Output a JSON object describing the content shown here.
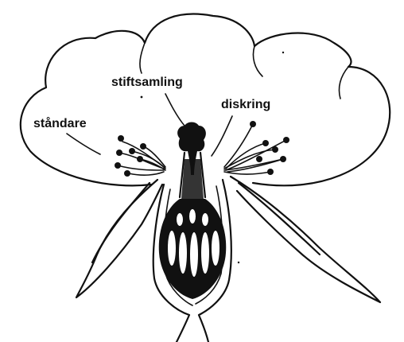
{
  "labels": {
    "style": "stiftsamling",
    "stamens": "ståndare",
    "disc": "diskring"
  },
  "colors": {
    "ink": "#111111",
    "paper": "#ffffff"
  }
}
